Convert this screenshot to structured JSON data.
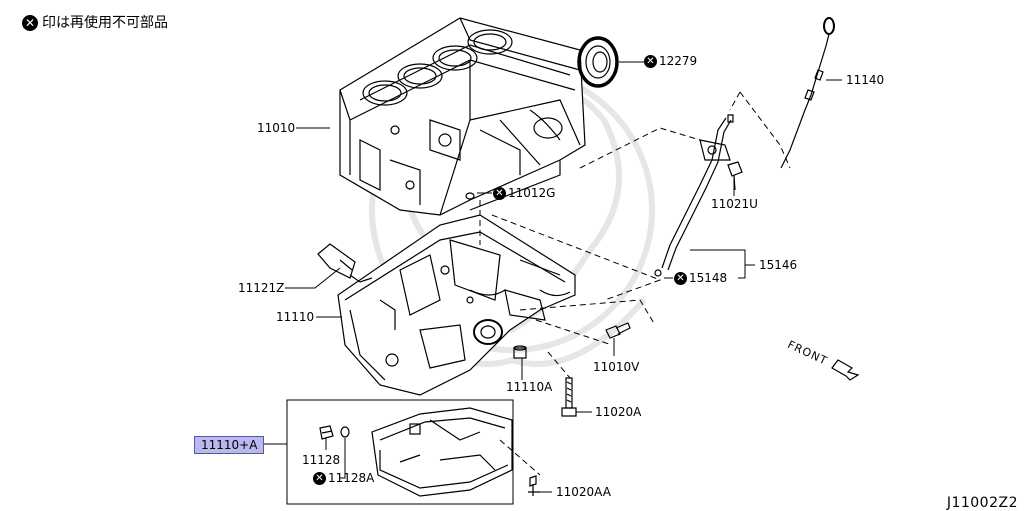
{
  "legend": {
    "icon": "x-mark-icon",
    "text": "印は再使用不可部品"
  },
  "labels": {
    "p11010": "11010",
    "p12279": "12279",
    "p11140": "11140",
    "p11012G": "11012G",
    "p11021U": "11021U",
    "p15146": "15146",
    "p15148": "15148",
    "p11121Z": "11121Z",
    "p11110": "11110",
    "p11010V": "11010V",
    "p11110A": "11110A",
    "p11020A": "11020A",
    "p11110plusA": "11110+A",
    "p11128": "11128",
    "p11128A": "11128A",
    "p11020AA": "11020AA"
  },
  "front_label": "FRONT",
  "diagram_id": "J11002Z2",
  "colors": {
    "highlight": "#b9b9f0",
    "line": "#000000",
    "watermark": "#e4e4e4"
  }
}
